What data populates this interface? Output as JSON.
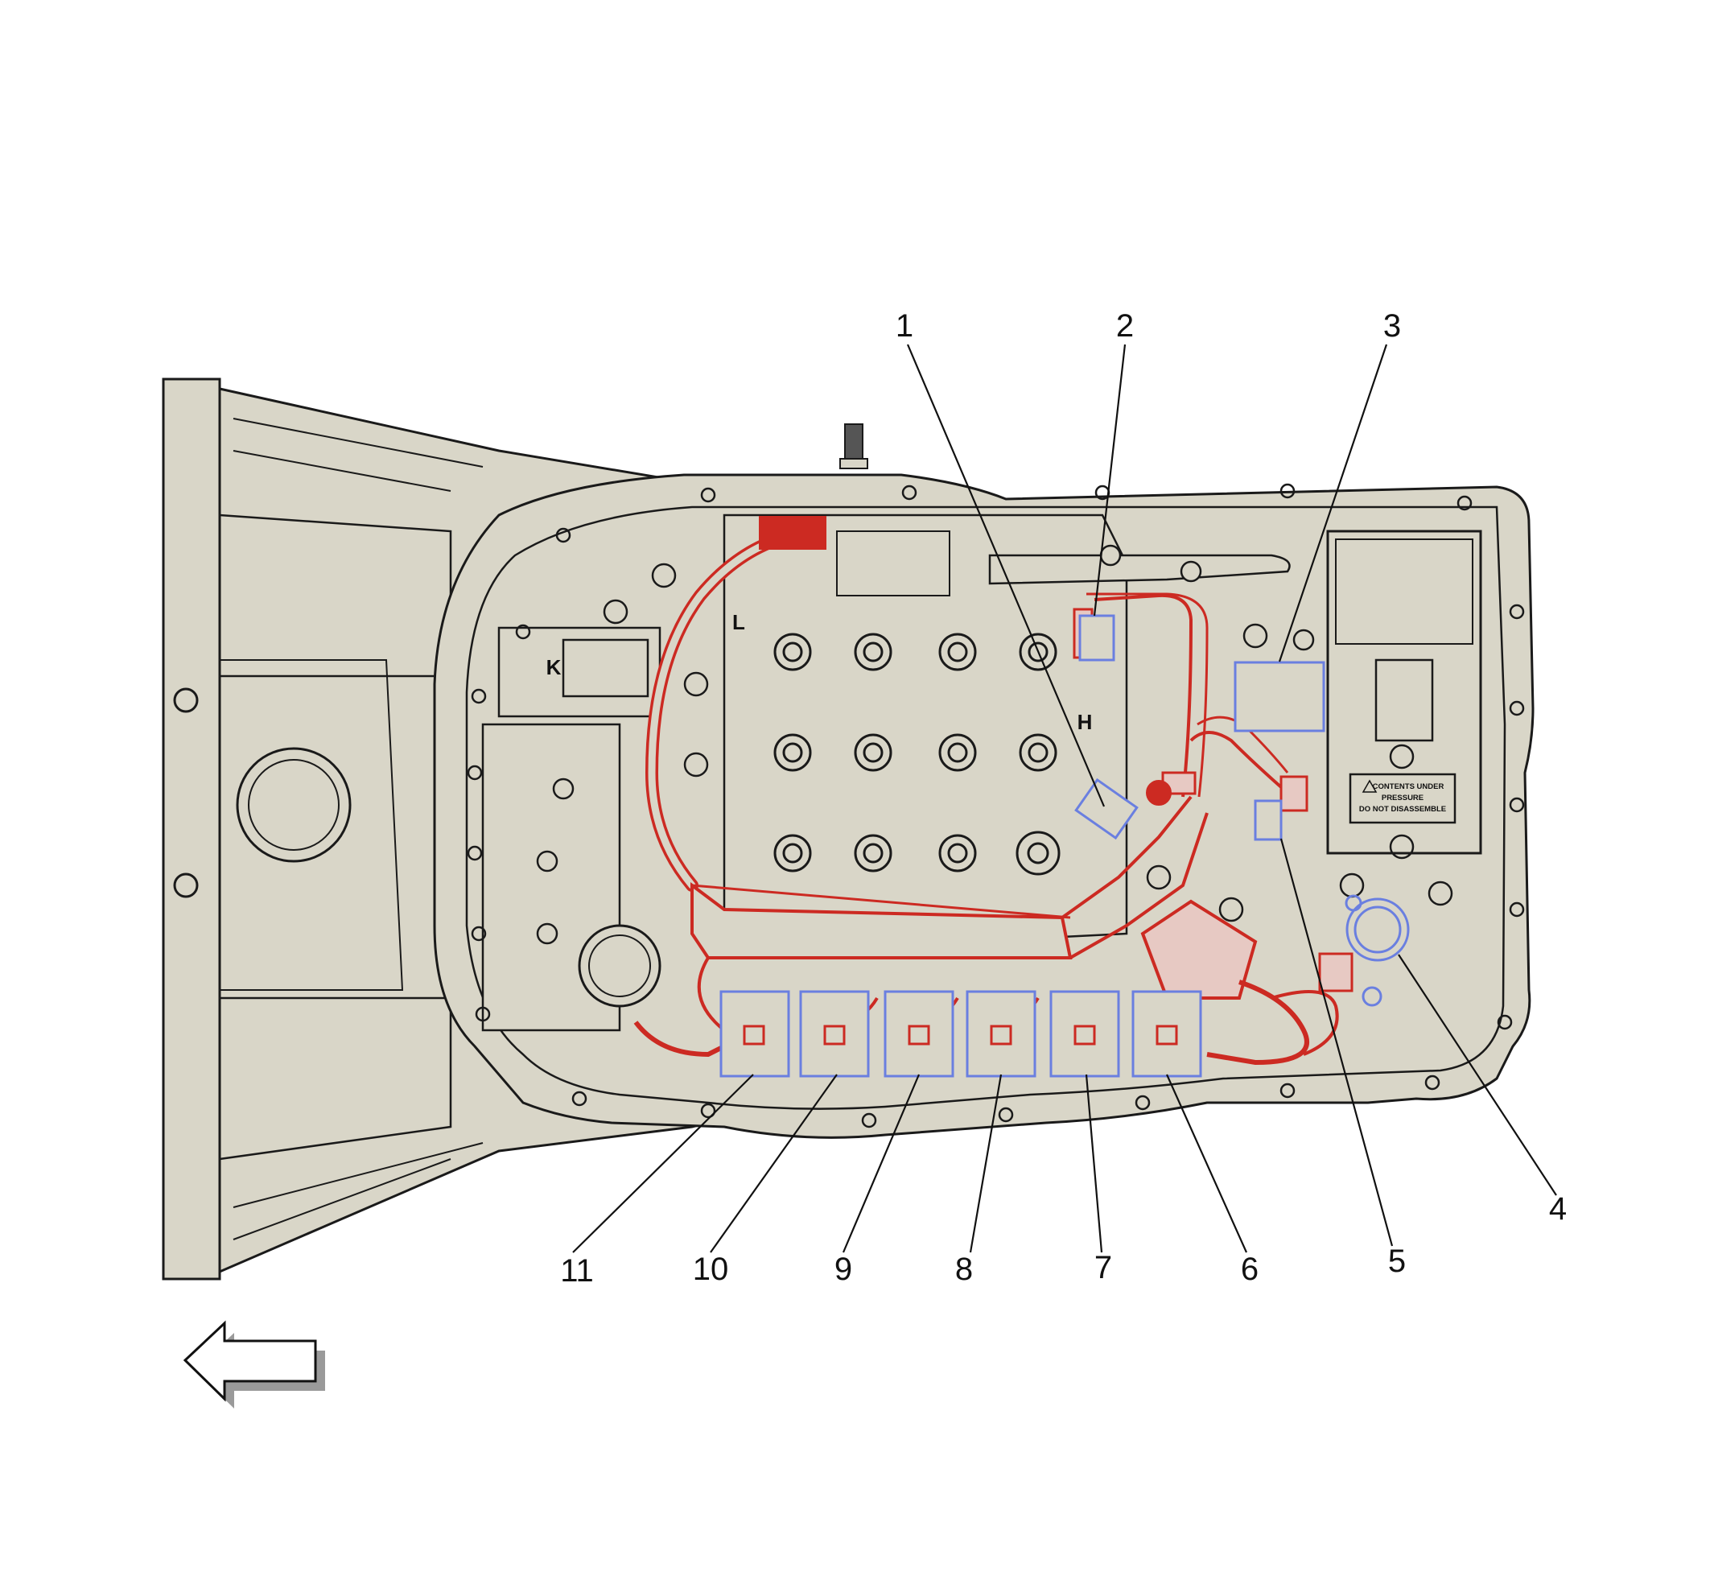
{
  "diagram": {
    "colors": {
      "housing_fill": "#d9d6c8",
      "outline": "#1a1a1a",
      "harness_red": "#cc2a22",
      "connector_blue": "#6a7fe0",
      "callout_line": "#111111",
      "background": "#ffffff"
    },
    "callouts": [
      {
        "id": 1,
        "label": "1"
      },
      {
        "id": 2,
        "label": "2"
      },
      {
        "id": 3,
        "label": "3"
      },
      {
        "id": 4,
        "label": "4"
      },
      {
        "id": 5,
        "label": "5"
      },
      {
        "id": 6,
        "label": "6"
      },
      {
        "id": 7,
        "label": "7"
      },
      {
        "id": 8,
        "label": "8"
      },
      {
        "id": 9,
        "label": "9"
      },
      {
        "id": 10,
        "label": "10"
      },
      {
        "id": 11,
        "label": "11"
      }
    ],
    "marks": {
      "k": "K",
      "l": "L",
      "h": "H"
    },
    "warning_label": {
      "line1": "CONTENTS UNDER",
      "line2": "PRESSURE",
      "line3": "DO NOT DISASSEMBLE"
    },
    "direction_arrow": "left-arrow-icon"
  }
}
